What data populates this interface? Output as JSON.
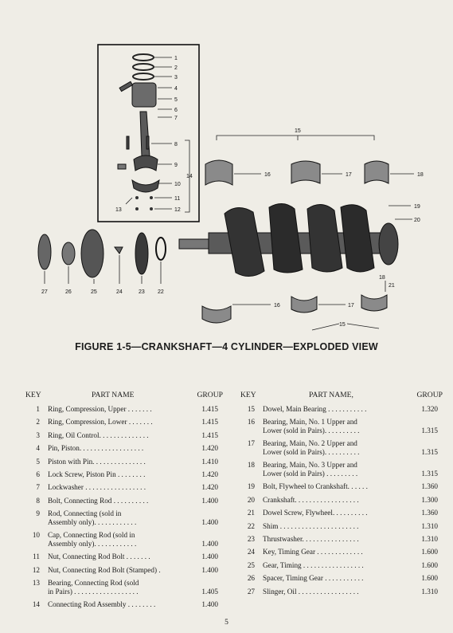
{
  "figure": {
    "caption": "FIGURE 1-5—CRANKSHAFT—4 CYLINDER—EXPLODED VIEW",
    "callouts": {
      "inset": [
        "1",
        "2",
        "3",
        "4",
        "5",
        "6",
        "7",
        "8",
        "9",
        "10",
        "11",
        "12",
        "13",
        "14"
      ],
      "bearings": [
        "15",
        "16",
        "17",
        "18",
        "19",
        "20",
        "21",
        "18",
        "16",
        "17",
        "15"
      ],
      "bottom": [
        "27",
        "26",
        "25",
        "24",
        "23",
        "22"
      ]
    }
  },
  "table": {
    "headers": {
      "key": "KEY",
      "part_name": "PART NAME",
      "part_name_right": "PART NAME,",
      "group": "GROUP"
    },
    "left": [
      {
        "key": "1",
        "name": "Ring, Compression, Upper . . . . . . .",
        "group": "1.415"
      },
      {
        "key": "2",
        "name": "Ring, Compression, Lower . . . . . . .",
        "group": "1.415"
      },
      {
        "key": "3",
        "name": "Ring, Oil Control. . . . . . . . . . . . . .",
        "group": "1.415"
      },
      {
        "key": "4",
        "name": "Pin, Piston. . . . . . . . . . . . . . . . . .",
        "group": "1.420"
      },
      {
        "key": "5",
        "name": "Piston with Pin. . . . . . . . . . . . . . .",
        "group": "1.410"
      },
      {
        "key": "6",
        "name": "Lock Screw, Piston Pin . . . . . . . .",
        "group": "1.420"
      },
      {
        "key": "7",
        "name": "Lockwasher . . . . . . . . . . . . . . . . .",
        "group": "1.420"
      },
      {
        "key": "8",
        "name": "Bolt, Connecting Rod . . . . . . . . . .",
        "group": "1.400"
      },
      {
        "key": "9",
        "name": "Rod, Connecting (sold in\n     Assembly only). . . . . . . . . . . .",
        "group": "1.400"
      },
      {
        "key": "10",
        "name": "Cap, Connecting Rod (sold in\n     Assembly only). . . . . . . . . . . .",
        "group": "1.400"
      },
      {
        "key": "11",
        "name": "Nut, Connecting Rod Bolt . . . . . . .",
        "group": "1.400"
      },
      {
        "key": "12",
        "name": "Nut, Connecting Rod Bolt (Stamped) .",
        "group": "1.400"
      },
      {
        "key": "13",
        "name": "Bearing, Connecting Rod (sold\n     in Pairs) . . . . . . . . . . . . . . . . . .",
        "group": "1.405"
      },
      {
        "key": "14",
        "name": "Connecting Rod Assembly . . . . . . . .",
        "group": "1.400"
      }
    ],
    "right": [
      {
        "key": "15",
        "name": "Dowel, Main Bearing . . . . . . . . . . .",
        "group": "1.320"
      },
      {
        "key": "16",
        "name": "Bearing, Main, No. 1 Upper and\n     Lower (sold in Pairs). . . . . . . . . .",
        "group": "1.315"
      },
      {
        "key": "17",
        "name": "Bearing, Main, No. 2 Upper and\n     Lower (sold in Pairs). . . . . . . . . .",
        "group": "1.315"
      },
      {
        "key": "18",
        "name": "Bearing, Main, No. 3 Upper and\n     Lower (sold in Pairs) . . . . . . . . .",
        "group": "1.315"
      },
      {
        "key": "19",
        "name": "Bolt, Flywheel to Crankshaft. . . . . .",
        "group": "1.360"
      },
      {
        "key": "20",
        "name": "Crankshaft. . . . . . . . . . . . . . . . . .",
        "group": "1.300"
      },
      {
        "key": "21",
        "name": "Dowel Screw, Flywheel. . . . . . . . . .",
        "group": "1.360"
      },
      {
        "key": "22",
        "name": "Shim . . . . . . . . . . . . . . . . . . . . . .",
        "group": "1.310"
      },
      {
        "key": "23",
        "name": "Thrustwasher. . . . . . . . . . . . . . . .",
        "group": "1.310"
      },
      {
        "key": "24",
        "name": "Key, Timing Gear . . . . . . . . . . . . .",
        "group": "1.600"
      },
      {
        "key": "25",
        "name": "Gear, Timing . . . . . . . . . . . . . . . . .",
        "group": "1.600"
      },
      {
        "key": "26",
        "name": "Spacer, Timing Gear . . . . . . . . . . .",
        "group": "1.600"
      },
      {
        "key": "27",
        "name": "Slinger, Oil . . . . . . . . . . . . . . . . .",
        "group": "1.310"
      }
    ]
  },
  "page_number": "5"
}
